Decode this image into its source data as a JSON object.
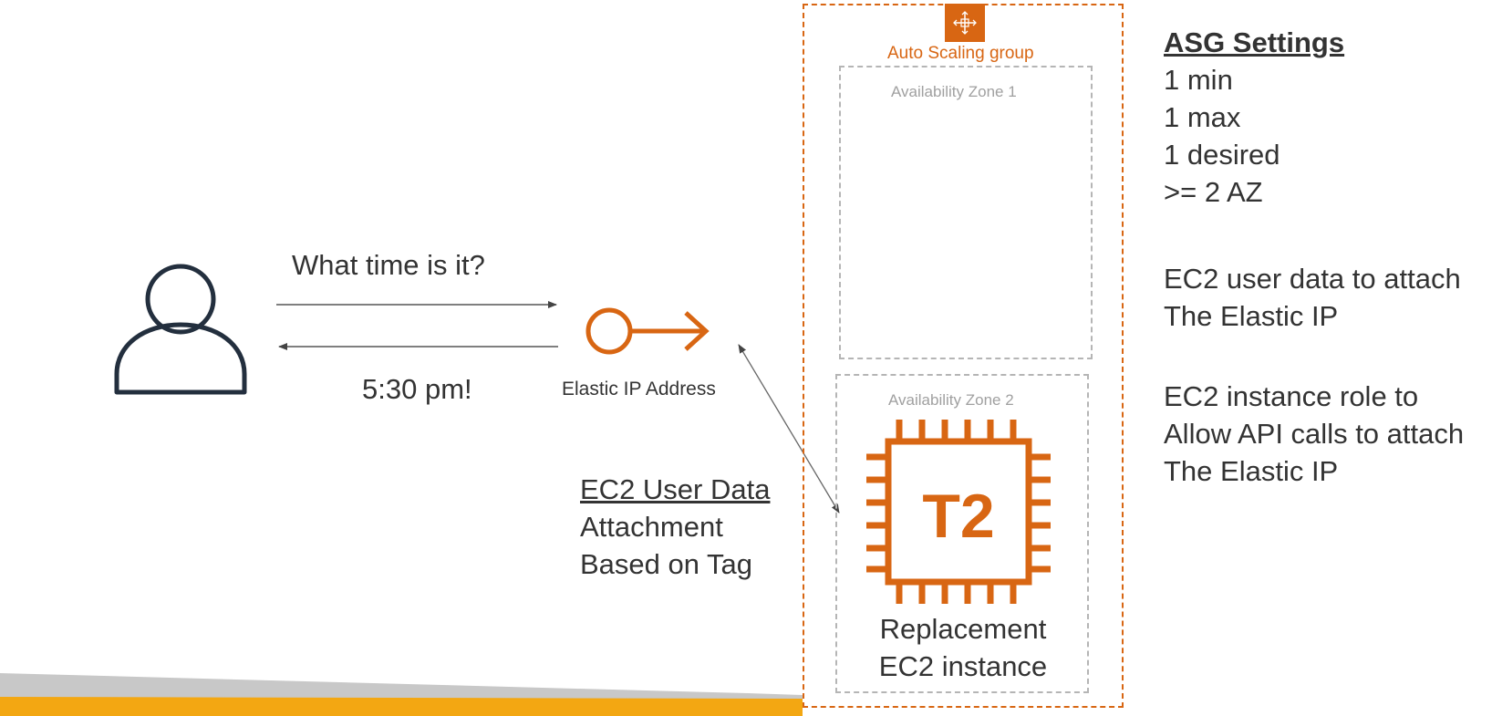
{
  "flow": {
    "request_text": "What time is it?",
    "response_text": "5:30 pm!"
  },
  "elastic_ip": {
    "label": "Elastic IP Address"
  },
  "user_data_note": {
    "title": "EC2 User Data",
    "lines": [
      "Attachment",
      "Based on Tag"
    ]
  },
  "asg": {
    "label": "Auto Scaling group",
    "zones": [
      {
        "label": "Availability Zone 1"
      },
      {
        "label": "Availability Zone 2"
      }
    ],
    "instance": {
      "chip_text": "T2",
      "caption_lines": [
        "Replacement",
        "EC2 instance"
      ]
    }
  },
  "settings": {
    "title": "ASG Settings",
    "lines": [
      "1 min",
      "1 max",
      "1 desired",
      ">= 2 AZ"
    ],
    "user_data_lines": [
      "EC2 user data to attach",
      "The Elastic IP"
    ],
    "role_lines": [
      "EC2 instance role to",
      "Allow API calls to attach",
      "The Elastic IP"
    ]
  },
  "colors": {
    "aws_orange": "#d86613",
    "footer_orange": "#f3a712",
    "text": "#333333",
    "dashed_gray": "#b0b0b0"
  },
  "icons": [
    "user-icon",
    "elastic-ip-icon",
    "auto-scaling-icon",
    "ec2-t2-chip-icon"
  ]
}
